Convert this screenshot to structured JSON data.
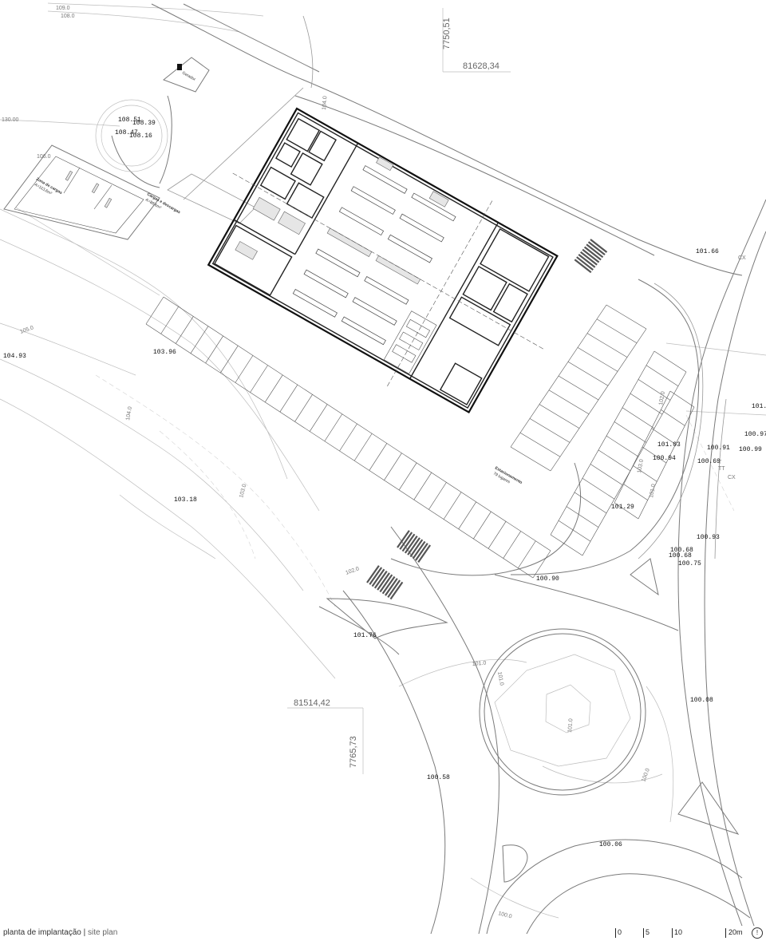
{
  "coordinates": {
    "top_y": "7750,51",
    "top_x": "81628,34",
    "bottom_x": "81514,42",
    "bottom_y": "7765,73"
  },
  "levels": [
    {
      "id": "l1",
      "text": "108.51"
    },
    {
      "id": "l2",
      "text": "108.39"
    },
    {
      "id": "l3",
      "text": "108.47"
    },
    {
      "id": "l4",
      "text": "108.16"
    },
    {
      "id": "l5",
      "text": "104.93"
    },
    {
      "id": "l6",
      "text": "103.96"
    },
    {
      "id": "l7",
      "text": "103.18"
    },
    {
      "id": "l8",
      "text": "101.66"
    },
    {
      "id": "l9",
      "text": "101.03"
    },
    {
      "id": "l10",
      "text": "100.94"
    },
    {
      "id": "l11",
      "text": "101.29"
    },
    {
      "id": "l12",
      "text": "100.91"
    },
    {
      "id": "l13",
      "text": "100.69"
    },
    {
      "id": "l14",
      "text": "100.97"
    },
    {
      "id": "l15",
      "text": "100.99"
    },
    {
      "id": "l16",
      "text": "100.93"
    },
    {
      "id": "l17",
      "text": "100.68"
    },
    {
      "id": "l18",
      "text": "100.68"
    },
    {
      "id": "l19",
      "text": "100.75"
    },
    {
      "id": "l20",
      "text": "100.90"
    },
    {
      "id": "l21",
      "text": "101.76"
    },
    {
      "id": "l22",
      "text": "100.08"
    },
    {
      "id": "l23",
      "text": "100.58"
    },
    {
      "id": "l24",
      "text": "100.06"
    },
    {
      "id": "l25",
      "text": "101."
    }
  ],
  "contours": [
    {
      "id": "c1",
      "text": "109.0"
    },
    {
      "id": "c2",
      "text": "108.0"
    },
    {
      "id": "c3",
      "text": "106.0"
    },
    {
      "id": "c4",
      "text": "105.0"
    },
    {
      "id": "c5",
      "text": "104.0"
    },
    {
      "id": "c6",
      "text": "104.0"
    },
    {
      "id": "c7",
      "text": "103.0"
    },
    {
      "id": "c8",
      "text": "102.0"
    },
    {
      "id": "c9",
      "text": "101.0"
    },
    {
      "id": "c10",
      "text": "101.0"
    },
    {
      "id": "c11",
      "text": "101.0"
    },
    {
      "id": "c12",
      "text": "100.0"
    },
    {
      "id": "c13",
      "text": "100.0"
    },
    {
      "id": "c14",
      "text": "102.0"
    },
    {
      "id": "c15",
      "text": "103.0"
    },
    {
      "id": "c16",
      "text": "101.0"
    },
    {
      "id": "c17",
      "text": "130.00"
    }
  ],
  "markers": {
    "cx1": "CX",
    "cx2": "CX",
    "t1": "T",
    "t2": "TT"
  },
  "labels": {
    "zona_cargas": "Zona de cargas",
    "zona_cargas_area": "A=113,6m²",
    "cargas_descargas": "Cargas e descargas",
    "cargas_area": "A=88,6m²",
    "estacionamento": "Estacionamento",
    "estacionamento_lugares": "79 lugares",
    "gerador": "Gerador"
  },
  "footer": {
    "title": "planta de implantação",
    "separator": "|",
    "subtitle": "site plan"
  },
  "scale": {
    "ticks": [
      "0",
      "5",
      "10",
      "20m"
    ]
  },
  "north_symbol": "!"
}
